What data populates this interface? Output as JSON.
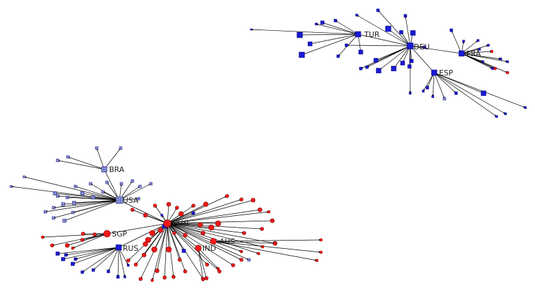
{
  "colors": {
    "blue": "#1a1ad6",
    "blue_stroke": "#08087a",
    "light_blue": "#8f95e0",
    "light_blue_stroke": "#3a3f8a",
    "red": "#ee1a1a",
    "red_stroke": "#7a0000",
    "edge": "#000000",
    "background": "#ffffff"
  },
  "labels": {
    "tur": "TUR",
    "deu": "DEU",
    "fra": "FRA",
    "esp": "ESP",
    "bra": "BRA",
    "usa": "USA",
    "chn": "CHN",
    "sgp": "SGP",
    "rus": "RUS",
    "aus": "AUS",
    "ind": "IND"
  }
}
